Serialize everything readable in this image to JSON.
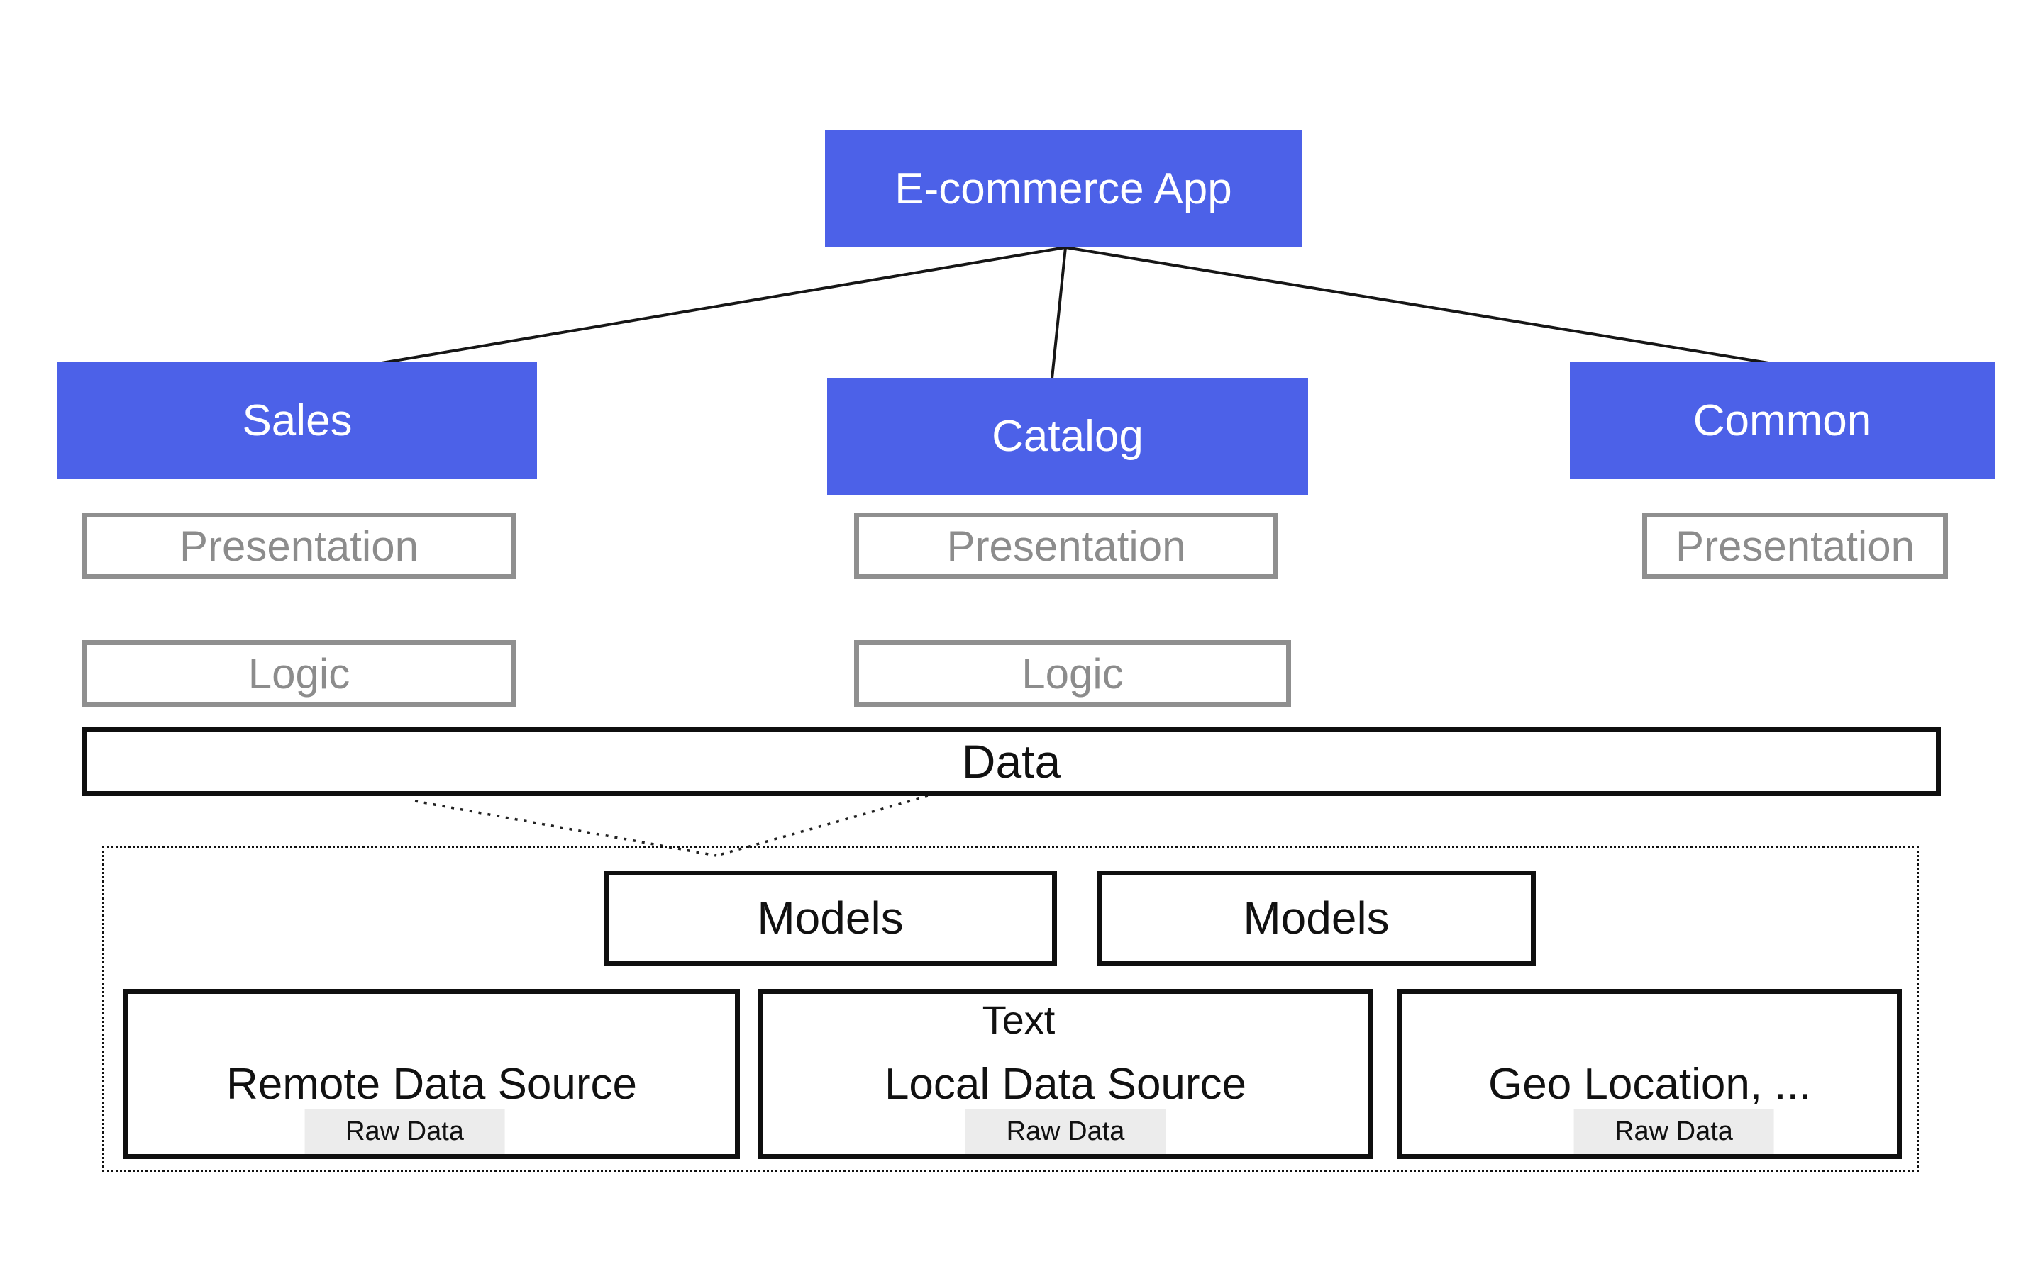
{
  "colors": {
    "primary_blue": "#4c61e8",
    "node_text_light": "#ffffff",
    "gray_border": "#8f8f8f",
    "gray_text": "#8c8c8c",
    "black_border": "#0f0f0f",
    "dark_text": "#111111",
    "chip_bg": "#ececec",
    "connector": "#161616"
  },
  "nodes": {
    "app": {
      "label": "E-commerce App"
    },
    "modules": [
      {
        "label": "Sales"
      },
      {
        "label": "Catalog"
      },
      {
        "label": "Common"
      }
    ],
    "layer_labels": {
      "presentation": "Presentation",
      "logic": "Logic",
      "data": "Data"
    },
    "models": [
      "Models",
      "Models"
    ],
    "sources": [
      {
        "title": "Remote Data Source",
        "chip": "Raw Data"
      },
      {
        "title": "Local Data Source",
        "note": "Text",
        "chip": "Raw Data"
      },
      {
        "title": "Geo Location, ...",
        "chip": "Raw Data"
      }
    ]
  }
}
